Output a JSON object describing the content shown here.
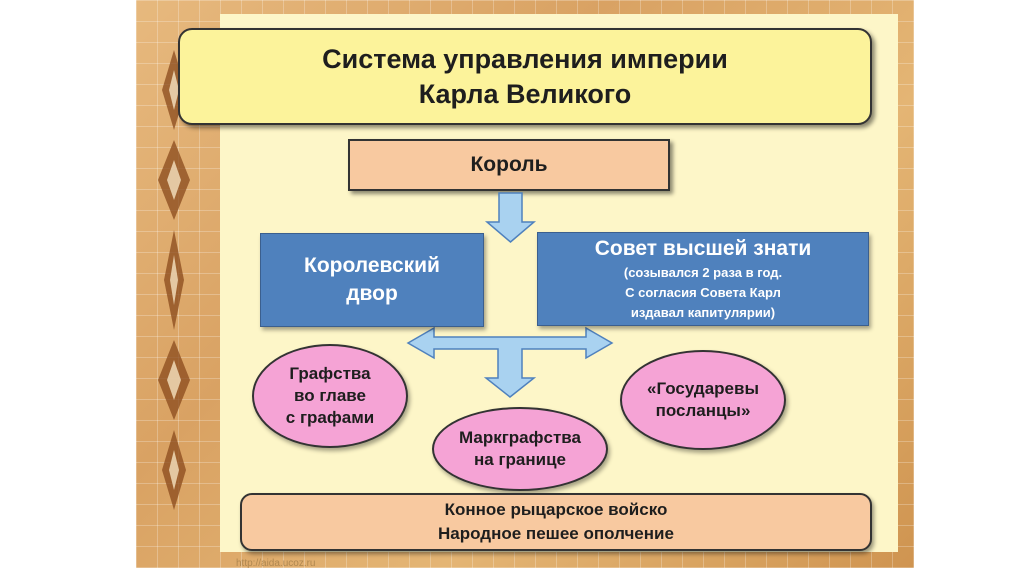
{
  "title": {
    "line1": "Система управления империи",
    "line2": "Карла Великого"
  },
  "king": "Король",
  "court": {
    "line1": "Королевский",
    "line2": "двор"
  },
  "council": {
    "title": "Совет высшей знати",
    "note1": "(созывался 2 раза в год.",
    "note2": "С согласия Совета Карл",
    "note3": "издавал  капитулярии)"
  },
  "counties": {
    "line1": "Графства",
    "line2": "во главе",
    "line3": "с графами"
  },
  "marches": {
    "line1": "Маркграфства",
    "line2": "на границе"
  },
  "envoys": {
    "line1": "«Государевы",
    "line2": "посланцы»"
  },
  "army": {
    "line1": "Конное рыцарское войско",
    "line2": "Народное пешее ополчение"
  },
  "watermark": "http://aida.ucoz.ru",
  "colors": {
    "title_fill": "#fcf39b",
    "king_fill": "#f8c9a0",
    "blue_fill": "#4f81bd",
    "ellipse_fill": "#f5a3d5",
    "arrow_fill": "#a9d2f0",
    "panel_fill": "#fdf6c8"
  }
}
